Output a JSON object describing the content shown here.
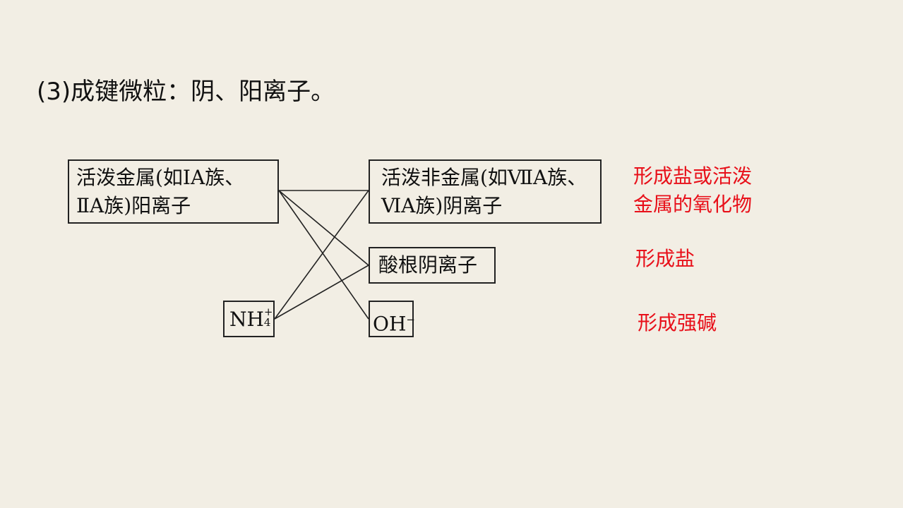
{
  "title": "(3)成键微粒：阴、阳离子。",
  "diagram": {
    "cations": {
      "metal": {
        "line1": "活泼金属(如ⅠA族、",
        "line2": "ⅡA族)阳离子"
      },
      "ammonium": {
        "base": "NH",
        "charge": "+",
        "subscript": "4"
      }
    },
    "anions": {
      "nonmetal": {
        "line1": "活泼非金属(如ⅦA族、",
        "line2": "ⅥA族)阴离子"
      },
      "acid_radical": "酸根阴离子",
      "hydroxide": {
        "base": "OH",
        "charge": "−"
      }
    },
    "results": {
      "with_nonmetal_line1": "形成盐或活泼",
      "with_nonmetal_line2": "金属的氧化物",
      "with_acid": "形成盐",
      "with_hydroxide": "形成强碱"
    }
  }
}
